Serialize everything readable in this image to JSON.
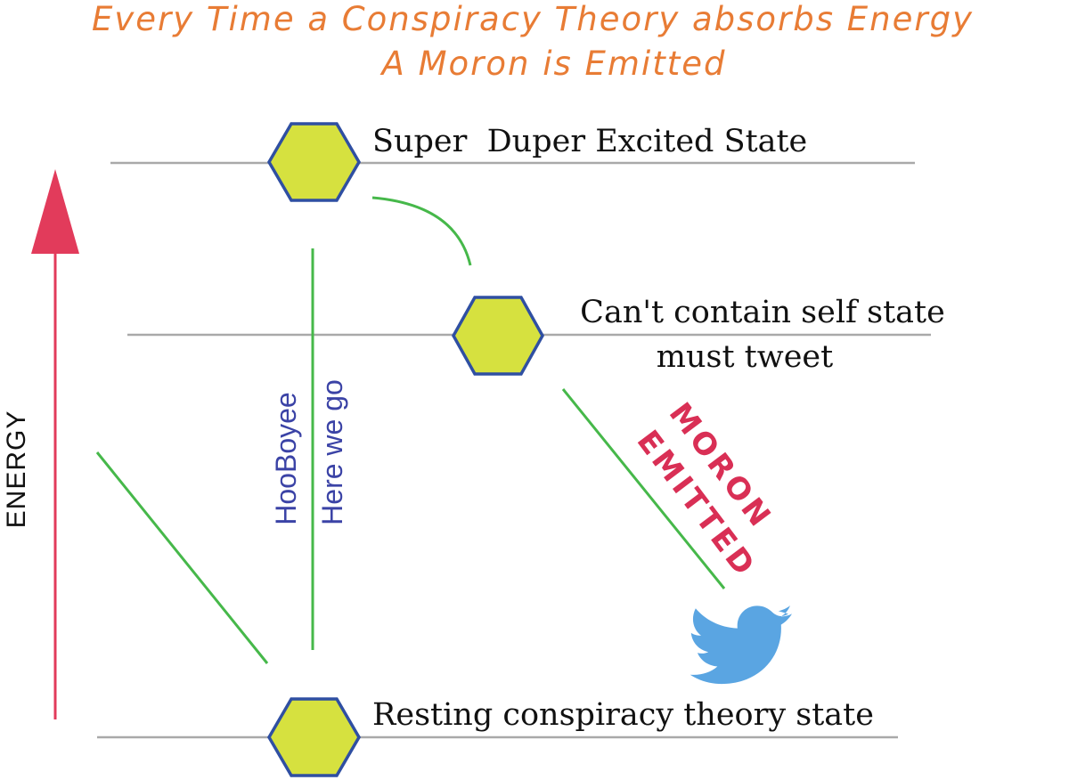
{
  "title": {
    "line1": "Every Time a Conspiracy Theory absorbs Energy",
    "line2": "A Moron is Emitted"
  },
  "axis": {
    "label": "ENERGY"
  },
  "states": {
    "top": {
      "label": "Super  Duper Excited State"
    },
    "middle": {
      "label_line1": "Can't contain self state",
      "label_line2": "must tweet"
    },
    "bottom": {
      "label": "Resting conspiracy theory state"
    }
  },
  "transitions": {
    "label_1": "HooBoyee",
    "label_2": "Here we go",
    "emission_line1": "MORON",
    "emission_line2": "EMITTED"
  },
  "icons": {
    "emitted_particle": "twitter-bird-icon",
    "state_marker": "hexagon-icon",
    "axis_arrow": "arrow-up-icon"
  },
  "colors": {
    "title": "#e87c35",
    "energy_arrow": "#e23b5b",
    "hexagon_fill": "#d6e13f",
    "hexagon_stroke": "#2f4fa2",
    "level_line": "#a9a9a9",
    "transition_line": "#46b84a",
    "vertical_label": "#3b43a6",
    "emission_label": "#d92f55",
    "bird": "#5aa5e2"
  }
}
